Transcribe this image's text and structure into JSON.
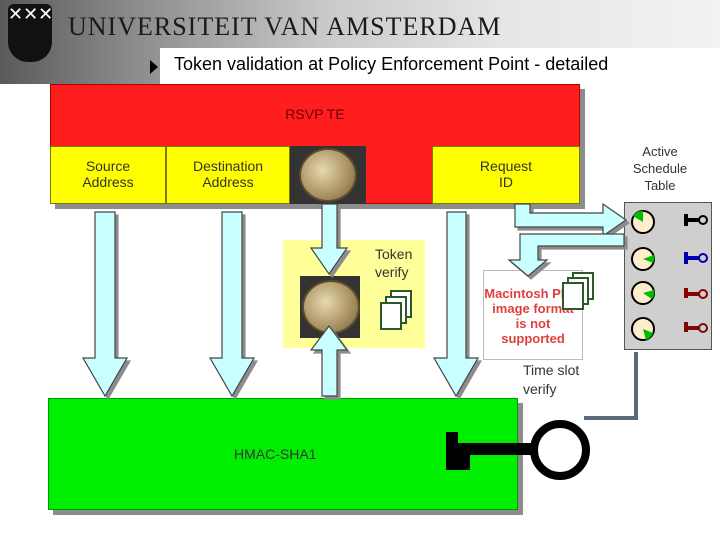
{
  "header": {
    "logo_glyph": "✕✕✕",
    "university": "UNIVERSITEIT VAN AMSTERDAM",
    "title": "Token validation at Policy Enforcement Point - detailed"
  },
  "diagram": {
    "rsvp_label": "RSVP TE",
    "fields": {
      "source": [
        "Source",
        "Address"
      ],
      "destination": [
        "Destination",
        "Address"
      ],
      "request": [
        "Request",
        "ID"
      ]
    },
    "token_verify": [
      "Token",
      "verify"
    ],
    "pict_message": [
      "Macintosh PICT",
      "image format",
      "is not supported"
    ],
    "time_slot_verify": [
      "Time slot",
      "verify"
    ],
    "active_schedule_table": [
      "Active",
      "Schedule",
      "Table"
    ],
    "hmac_label": "HMAC-SHA1",
    "colors": {
      "rsvp": "#ff1e1e",
      "field": "#ffff00",
      "token_panel": "#ffff99",
      "hmac": "#00ee00",
      "arrow": "#c8ffff",
      "schedule_keys": [
        "#000000",
        "#0000aa",
        "#8b0000",
        "#7a0a0a"
      ]
    }
  }
}
